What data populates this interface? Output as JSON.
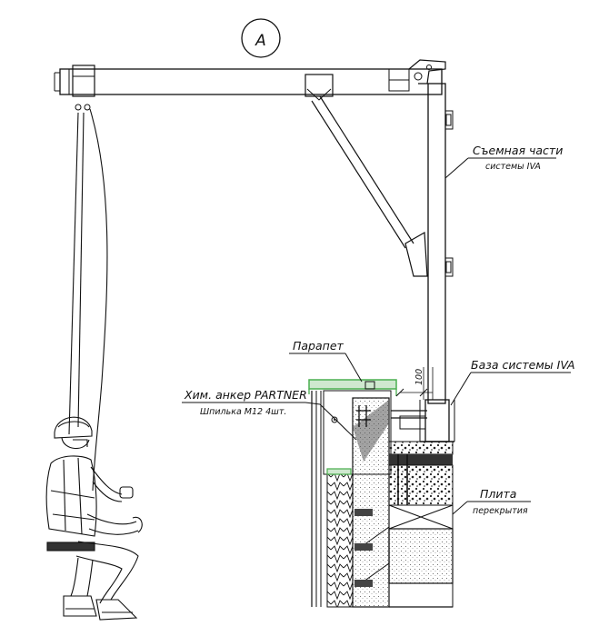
{
  "view_label": "A",
  "callouts": {
    "removable_part": {
      "line1": "Съемная части",
      "line2": "системы IVA"
    },
    "parapet": {
      "line1": "Парапет"
    },
    "anchor": {
      "line1": "Хим. анкер PARTNER",
      "line2": "Шпилька М12 4шт."
    },
    "base": {
      "line1": "База системы IVA"
    },
    "slab": {
      "line1": "Плита",
      "line2": "перекрытия"
    }
  },
  "dimensions": {
    "offset": "100"
  },
  "colors": {
    "line": "#111111",
    "parapet_cap": "#4caf50",
    "concrete_hatch": "#888888"
  }
}
